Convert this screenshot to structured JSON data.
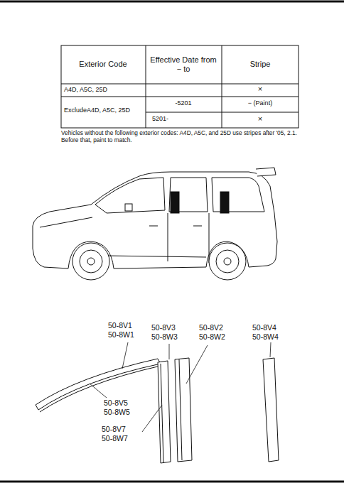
{
  "diagram": {
    "labels": [
      "Exterior Code",
      "Effective Date from − to",
      "Stripe",
      "A4D, A5C, 25D",
      "×",
      "ExcludeA4D, A5C, 25D",
      "-5201",
      "− (Paint)",
      "5201-",
      "×",
      "Vehicles without the following exterior codes: A4D, A5C, and 25D use stripes after '05, 2.1. Before that, paint to match.",
      "50-8V1",
      "50-8W1",
      "50-8V3",
      "50-8W3",
      "50-8V2",
      "50-8W2",
      "50-8V4",
      "50-8W4",
      "50-8V5",
      "50-8W5",
      "50-8V7",
      "50-8W7"
    ]
  }
}
